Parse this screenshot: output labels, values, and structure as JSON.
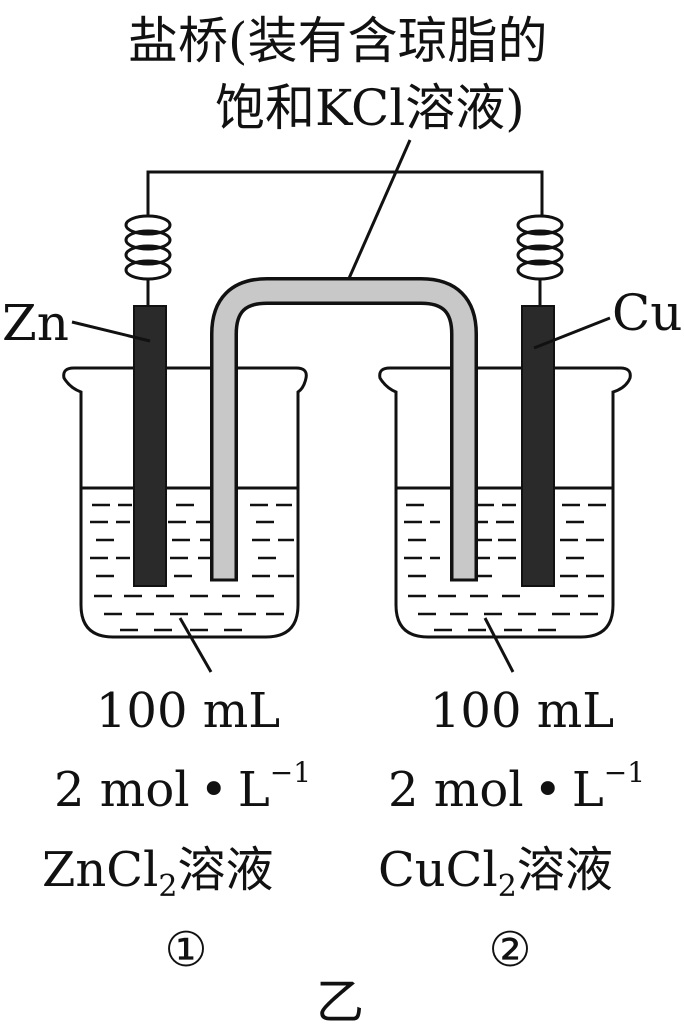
{
  "salt_bridge": {
    "label_line1": "盐桥(装有含琼脂的",
    "label_line2": "饱和KCl溶液)"
  },
  "electrodes": {
    "left": "Zn",
    "right": "Cu"
  },
  "beaker_left": {
    "volume": "100 mL",
    "conc_value": "2 mol",
    "conc_dot": "•",
    "conc_unit": "L",
    "conc_exp": "−1",
    "solution_main": "ZnCl",
    "solution_sub": "2",
    "solution_suffix": "溶液",
    "number": "①"
  },
  "beaker_right": {
    "volume": "100 mL",
    "conc_value": "2 mol",
    "conc_dot": "•",
    "conc_unit": "L",
    "conc_exp": "−1",
    "solution_main": "CuCl",
    "solution_sub": "2",
    "solution_suffix": "溶液",
    "number": "②"
  },
  "figure_label": "乙",
  "colors": {
    "electrode": "#2a2a2a",
    "salt_bridge_fill": "#c8c8c8",
    "line": "#111111",
    "background": "#ffffff"
  }
}
